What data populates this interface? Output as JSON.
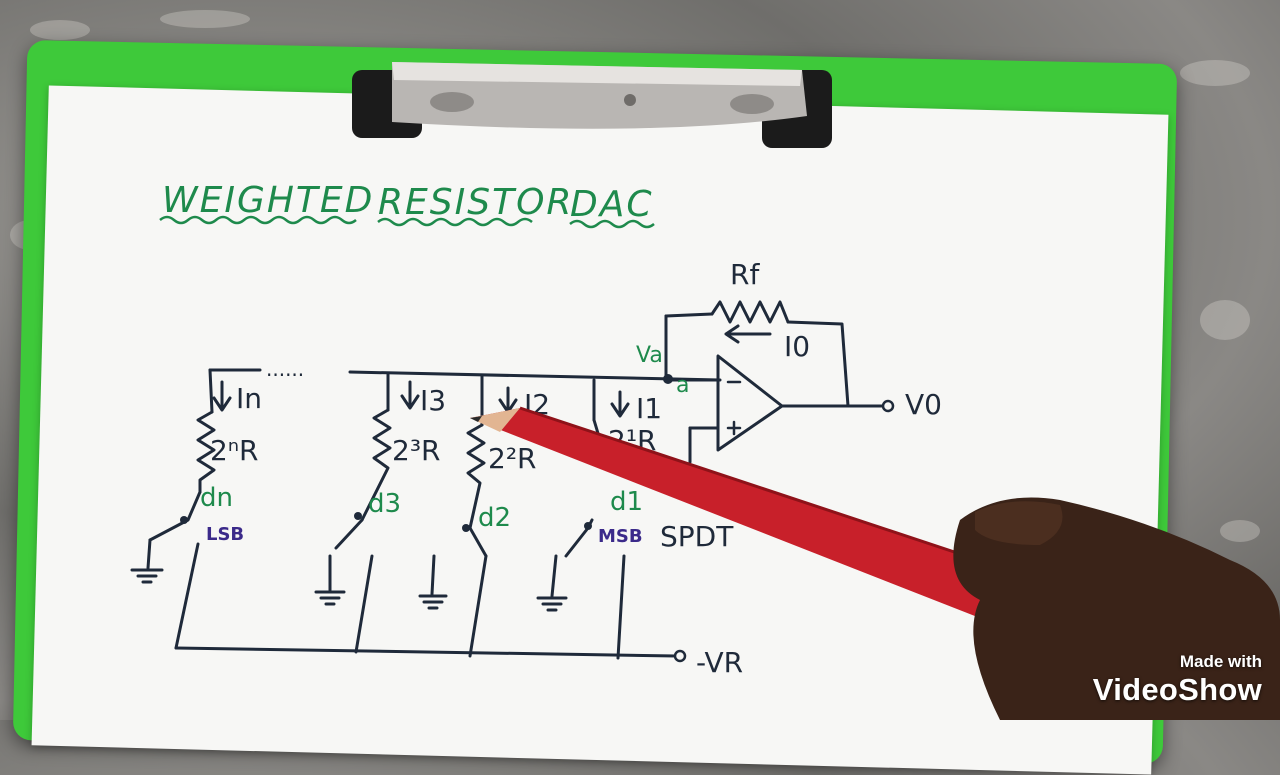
{
  "title": {
    "word1": "WEIGHTED",
    "word2": "RESISTOR",
    "word3": "DAC"
  },
  "circuit": {
    "feedback_resistor": "Rf",
    "output_current": "I0",
    "node_voltage": "Va",
    "node_label": "a",
    "output_voltage": "V0",
    "reference_voltage": "-VR",
    "dots": "......",
    "branches": [
      {
        "current": "In",
        "resistor": "2ⁿR",
        "bit": "dn",
        "tag": "LSB"
      },
      {
        "current": "I3",
        "resistor": "2³R",
        "bit": "d3",
        "tag": ""
      },
      {
        "current": "I2",
        "resistor": "2²R",
        "bit": "d2",
        "tag": ""
      },
      {
        "current": "I1",
        "resistor": "2¹R",
        "bit": "d1",
        "tag": "MSB"
      }
    ],
    "switch_type": "SPDT"
  },
  "watermark": {
    "line1": "Made with",
    "brand": "VideoShow"
  },
  "colors": {
    "ink_dark": "#1f2a3a",
    "ink_green": "#1e8a4c",
    "ink_purple": "#3b2a8a",
    "clipboard_green": "#3ec93a",
    "pencil_red": "#c8202a"
  }
}
